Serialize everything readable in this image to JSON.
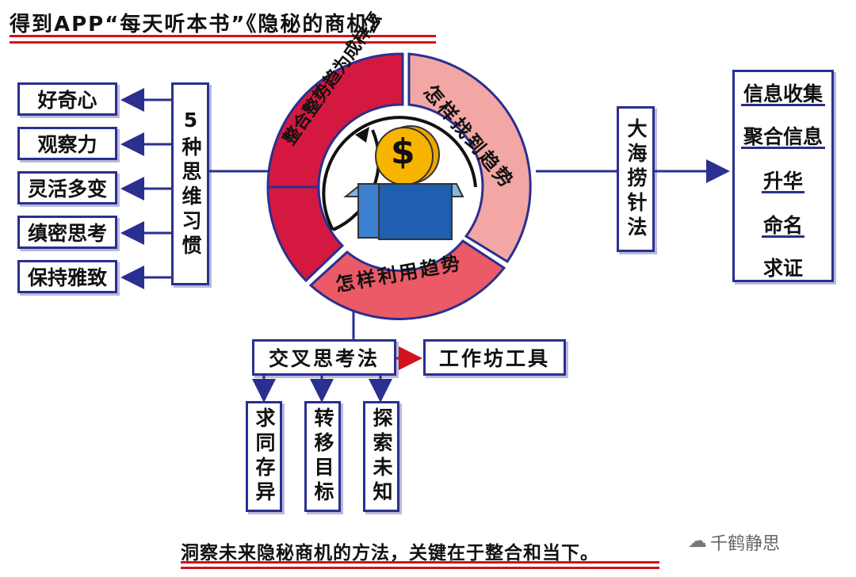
{
  "title": "得到APP“每天听本书”《隐秘的商机》",
  "center": {
    "segments": [
      "整合整势趋为成样怎",
      "怎样找到趋势",
      "怎样利用趋势"
    ],
    "icon": "coin-box-icon",
    "coin_symbol": "$"
  },
  "habits": {
    "header": "5种思维习惯",
    "items": [
      "好奇心",
      "观察力",
      "灵活多变",
      "缜密思考",
      "保持雅致"
    ]
  },
  "right": {
    "method": "大海捞针法",
    "steps": [
      "信息收集",
      "聚合信息",
      "升华",
      "命名",
      "求证"
    ]
  },
  "bottom_tree": {
    "cross": "交叉思考法",
    "workshop": "工作坊工具",
    "subs": [
      "求同存异",
      "转移目标",
      "探索未知"
    ]
  },
  "footer": "洞察未来隐秘商机的方法，关键在于整合和当下。",
  "watermark": "千鹤静思",
  "colors": {
    "navy": "#2b2f8f",
    "red_dark": "#d5183f",
    "pink": "#f2a7a5",
    "red_mid": "#ec5a67",
    "accent_red": "#d0141b",
    "coin": "#f7b500",
    "box_blue": "#1f5fb0"
  }
}
